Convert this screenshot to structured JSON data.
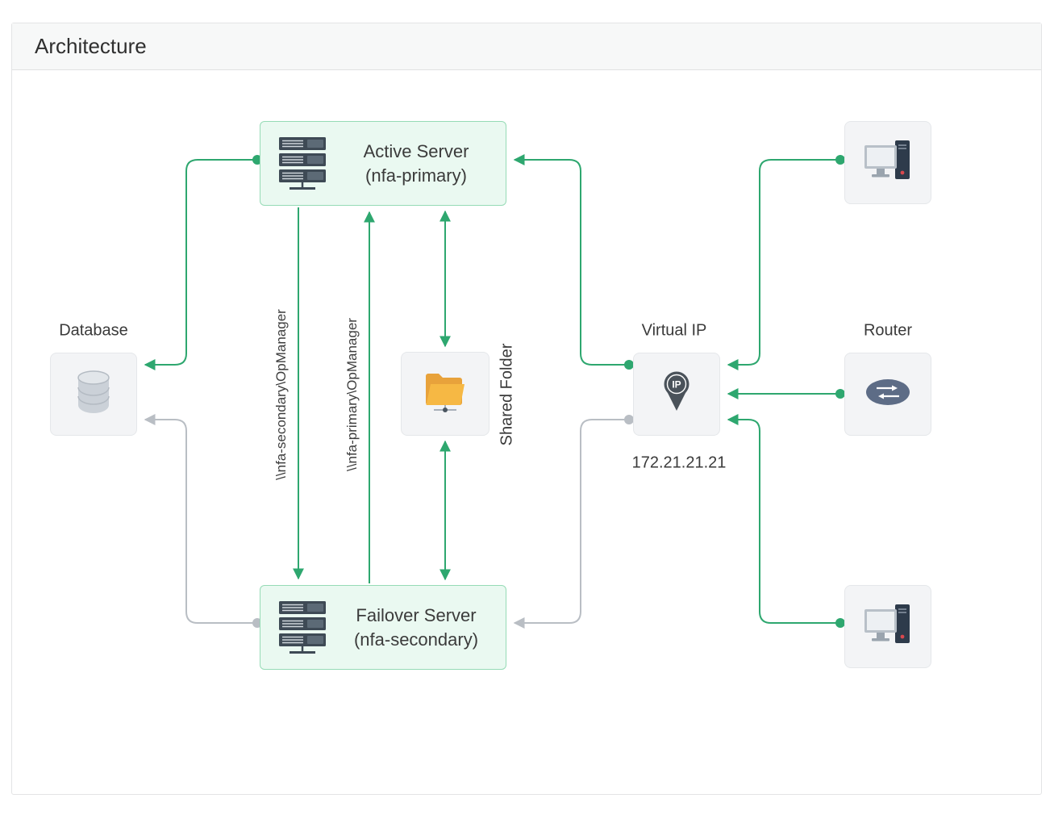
{
  "header": {
    "title": "Architecture"
  },
  "colors": {
    "accent_green": "#2EA76F",
    "line_gray": "#B9BEC4",
    "server_box_bg": "#EAF9F1",
    "server_box_border": "#96DBB6",
    "node_box_bg": "#F3F4F6",
    "node_box_border": "#E5E7EA",
    "header_bg": "#F7F8F8",
    "folder_yellow": "#F5B73F",
    "icon_dark": "#3E4A55"
  },
  "nodes": {
    "active_server": {
      "title": "Active Server",
      "subtitle": "(nfa-primary)",
      "icon": "server-rack-icon"
    },
    "failover_server": {
      "title": "Failover Server",
      "subtitle": "(nfa-secondary)",
      "icon": "server-rack-icon"
    },
    "database": {
      "label": "Database",
      "icon": "database-icon"
    },
    "shared_folder": {
      "label": "Shared Folder",
      "icon": "shared-folder-icon"
    },
    "virtual_ip": {
      "label": "Virtual IP",
      "ip_address": "172.21.21.21",
      "icon": "ip-pin-icon"
    },
    "router": {
      "label": "Router",
      "icon": "router-icon"
    },
    "workstation_top": {
      "icon": "workstation-icon"
    },
    "workstation_bottom": {
      "icon": "workstation-icon"
    }
  },
  "edges": {
    "active_to_failover": {
      "label": "\\\\nfa-secondary\\OpManager",
      "color": "green",
      "direction": "down"
    },
    "failover_to_active": {
      "label": "\\\\nfa-primary\\OpManager",
      "color": "green",
      "direction": "up"
    },
    "active_to_database": {
      "color": "green"
    },
    "failover_to_database": {
      "color": "gray"
    },
    "virtual_ip_to_active_server": {
      "color": "green"
    },
    "virtual_ip_to_failover_server": {
      "color": "gray"
    },
    "router_to_virtual_ip": {
      "color": "green"
    },
    "workstation_top_to_virtual_ip": {
      "color": "green"
    },
    "workstation_bottom_to_virtual_ip": {
      "color": "green"
    },
    "active_server_shared_folder": {
      "color": "green",
      "bidirectional": true
    },
    "failover_server_shared_folder": {
      "color": "green",
      "bidirectional": true
    }
  }
}
